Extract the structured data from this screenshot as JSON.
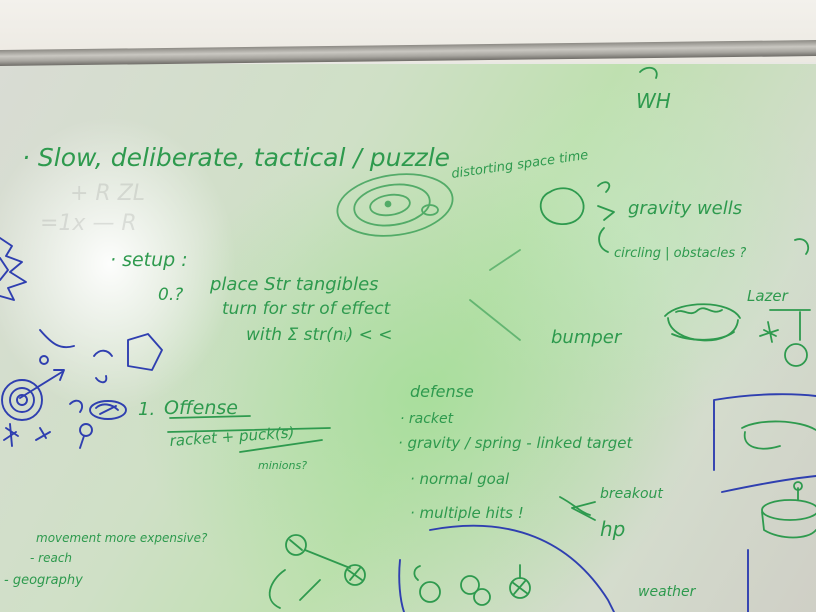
{
  "colors": {
    "marker_green": "#2e9a4e",
    "marker_blue": "#2f3fb0",
    "board": "#d4dccd"
  },
  "notes": {
    "initials": "WH",
    "slow": "· Slow, deliberate, tactical / puzzle",
    "distortion": "distorting space time",
    "gravity_wells": "gravity wells",
    "circling_obstacles": "circling | obstacles ?",
    "setup": "· setup :",
    "place": "place Str tangibles",
    "zero_q": "0.?",
    "turn": "turn for str of effect",
    "with_sum": "with Σ str(nᵢ) < <",
    "bumper": "bumper",
    "lazer": "Lazer",
    "offense_num": "1.",
    "offense": "Offense",
    "racket_puck": "racket + puck(s)",
    "minions": "minions?",
    "defense": "defense",
    "racket": "· racket",
    "gravity_spring": "· gravity / spring - linked target",
    "normal_goal": "· normal goal",
    "multiple_hits": "· multiple hits !",
    "breakout": "breakout",
    "hp": "hp",
    "movement": "movement more expensive?",
    "reach": "- reach",
    "geography": "- geography",
    "weather": "weather"
  }
}
